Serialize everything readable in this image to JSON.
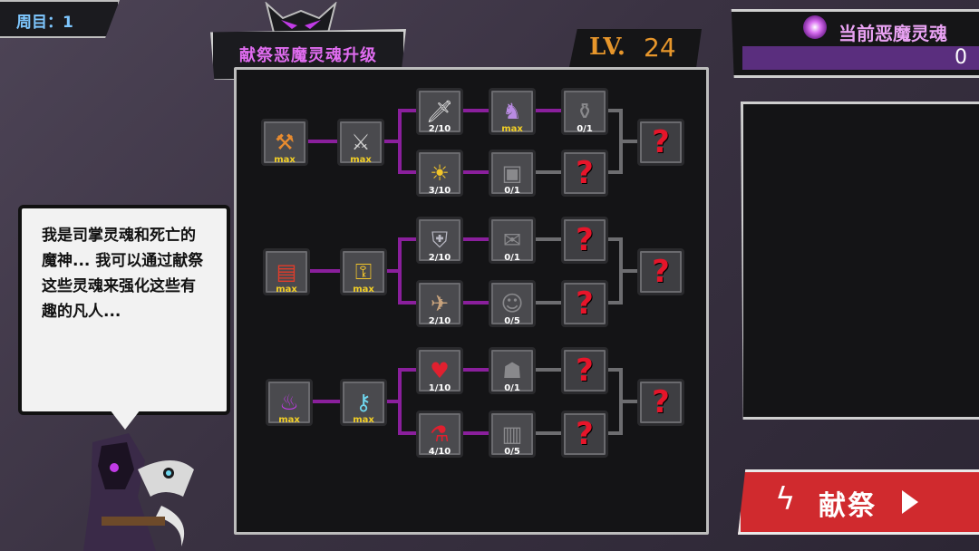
{
  "round": {
    "label": "周目：1"
  },
  "title": "献祭恶魔灵魂升级",
  "level": {
    "prefix": "LV.",
    "value": "24"
  },
  "soul": {
    "label": "当前恶魔灵魂",
    "value": "0"
  },
  "dialog": {
    "text": "我是司掌灵魂和死亡的魔神... 我可以通过献祭这些灵魂来强化这些有趣的凡人..."
  },
  "sacrifice": {
    "label": "献祭"
  },
  "colors": {
    "accent": "#e06cf0",
    "level": "#e7962b",
    "button": "#d02a2e",
    "max": "#f2cf26",
    "unknown": "#e6152a"
  },
  "tree": {
    "group1": {
      "n1": {
        "icon": "flaming-anvil-icon",
        "glyph": "⚒",
        "caption": "max"
      },
      "n2": {
        "icon": "scythe-icon",
        "glyph": "⚔",
        "caption": "max"
      },
      "a1": {
        "icon": "sword-up-icon",
        "glyph": "🗡",
        "caption": "2/10"
      },
      "a2": {
        "icon": "knight-icon",
        "glyph": "♞",
        "caption": "max"
      },
      "a3": {
        "icon": "locked-pot-icon",
        "glyph": "⚱",
        "caption": "0/1"
      },
      "b1": {
        "icon": "sun-up-icon",
        "glyph": "☀",
        "caption": "3/10"
      },
      "b2": {
        "icon": "locked-mask-icon",
        "glyph": "▣",
        "caption": "0/1"
      },
      "b3": {
        "icon": "unknown-icon",
        "glyph": "?",
        "caption": ""
      },
      "end": {
        "icon": "unknown-icon",
        "glyph": "?",
        "caption": ""
      }
    },
    "group2": {
      "n1": {
        "icon": "treasure-chest-icon",
        "glyph": "▤",
        "caption": "max"
      },
      "n2": {
        "icon": "gold-key-icon",
        "glyph": "⚿",
        "caption": "max"
      },
      "a1": {
        "icon": "shield-up-icon",
        "glyph": "⛨",
        "caption": "2/10"
      },
      "a2": {
        "icon": "locked-bag-icon",
        "glyph": "✉",
        "caption": "0/1"
      },
      "a3": {
        "icon": "unknown-icon",
        "glyph": "?",
        "caption": ""
      },
      "b1": {
        "icon": "winged-boot-icon",
        "glyph": "✈",
        "caption": "2/10"
      },
      "b2": {
        "icon": "locked-face-icon",
        "glyph": "☺",
        "caption": "0/5"
      },
      "b3": {
        "icon": "unknown-icon",
        "glyph": "?",
        "caption": ""
      },
      "end": {
        "icon": "unknown-icon",
        "glyph": "?",
        "caption": ""
      }
    },
    "group3": {
      "n1": {
        "icon": "cauldron-icon",
        "glyph": "♨",
        "caption": "max"
      },
      "n2": {
        "icon": "crystal-key-icon",
        "glyph": "⚷",
        "caption": "max"
      },
      "a1": {
        "icon": "heart-up-icon",
        "glyph": "♥",
        "caption": "1/10"
      },
      "a2": {
        "icon": "locked-hood-icon",
        "glyph": "☗",
        "caption": "0/1"
      },
      "a3": {
        "icon": "unknown-icon",
        "glyph": "?",
        "caption": ""
      },
      "b1": {
        "icon": "potion-icon",
        "glyph": "⚗",
        "caption": "4/10"
      },
      "b2": {
        "icon": "locked-scroll-icon",
        "glyph": "▥",
        "caption": "0/5"
      },
      "b3": {
        "icon": "unknown-icon",
        "glyph": "?",
        "caption": ""
      },
      "end": {
        "icon": "unknown-icon",
        "glyph": "?",
        "caption": ""
      }
    }
  }
}
